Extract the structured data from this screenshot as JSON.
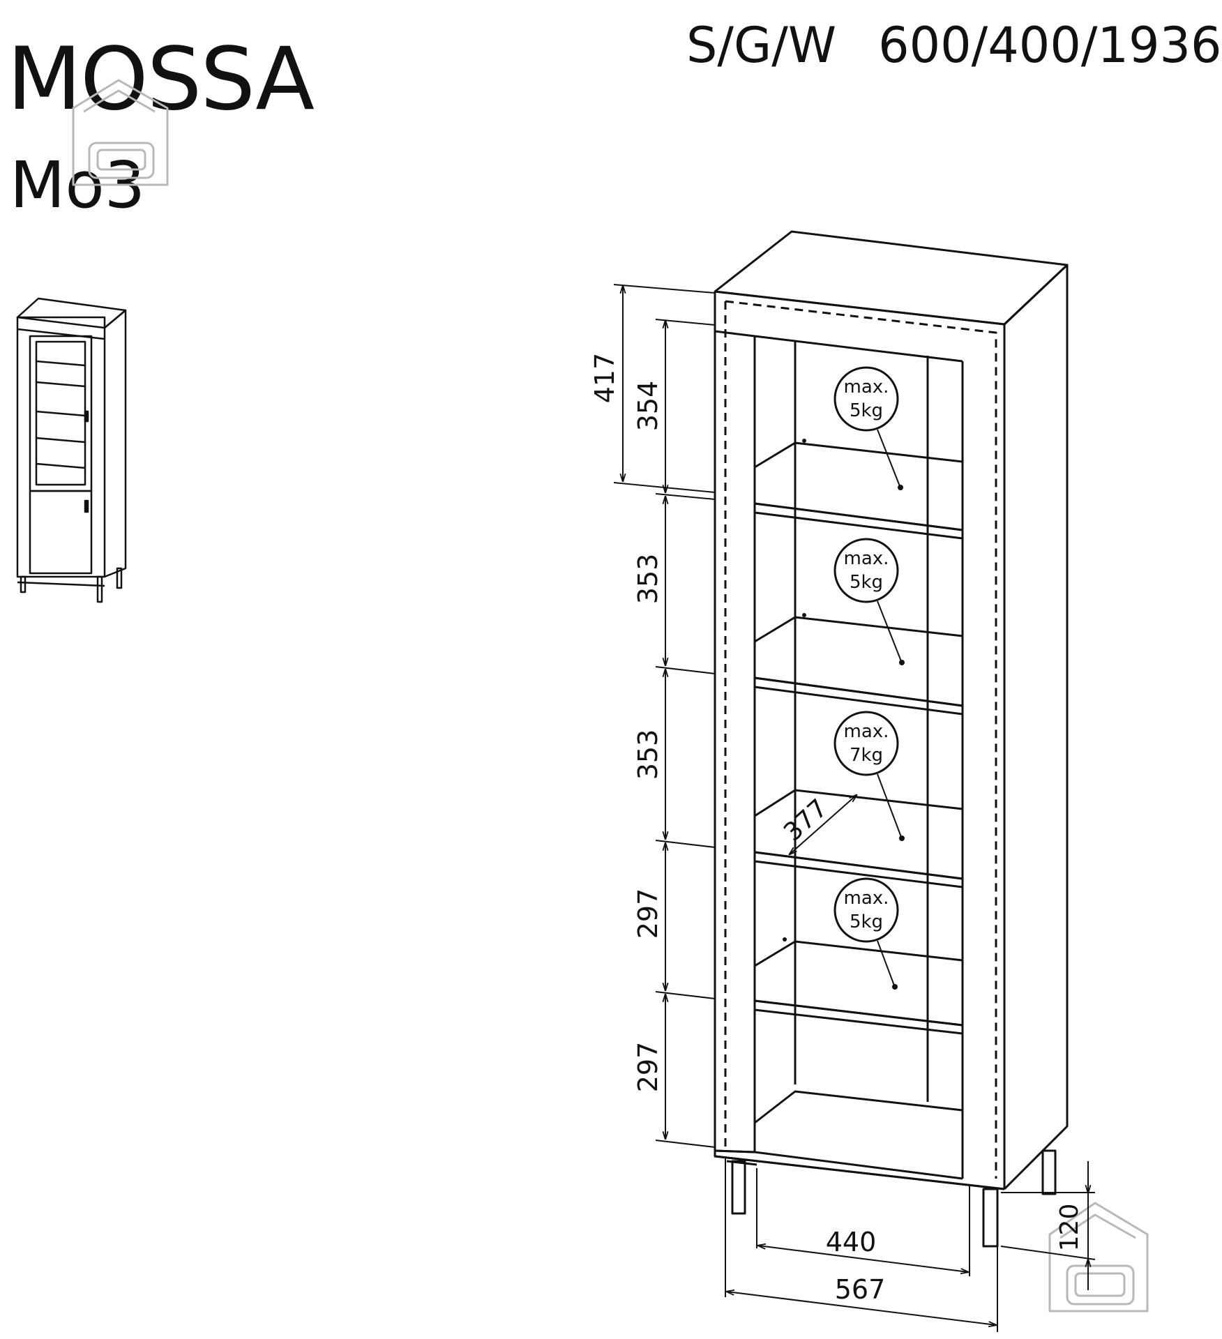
{
  "header": {
    "product_name": "MOSSA",
    "model_code": "Mo3",
    "dimension_keys": "S/G/W",
    "dimension_values": "600/400/1936"
  },
  "dimensions": {
    "top_outer": "417",
    "compartment_1": "354",
    "compartment_2": "353",
    "compartment_3": "353",
    "compartment_4": "297",
    "compartment_5": "297",
    "shelf_depth": "377",
    "leg_spacing": "440",
    "inner_width": "567",
    "leg_height": "120"
  },
  "shelf_loads": [
    {
      "line1": "max.",
      "line2": "5kg"
    },
    {
      "line1": "max.",
      "line2": "5kg"
    },
    {
      "line1": "max.",
      "line2": "7kg"
    },
    {
      "line1": "max.",
      "line2": "5kg"
    }
  ],
  "colors": {
    "line": "#111111",
    "watermark": "#b8b8b8",
    "background": "#ffffff"
  }
}
